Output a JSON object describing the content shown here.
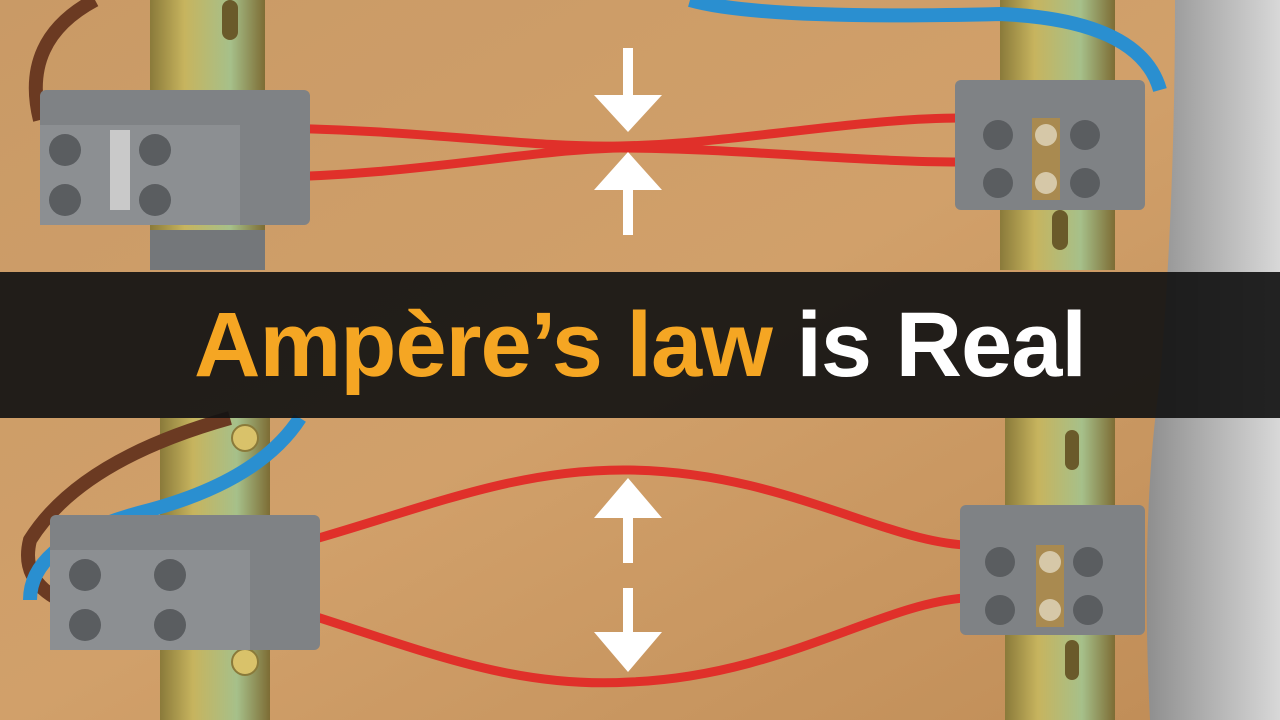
{
  "headline": {
    "highlight": "Ampère’s law",
    "rest": "is Real",
    "highlight_color": "#f5a623",
    "rest_color": "#ffffff"
  },
  "scene": {
    "board_color": "#c8955f",
    "wire_colors": {
      "current": "#e0302a",
      "blue": "#2a8fd0",
      "brown": "#6b3a22"
    },
    "rail_color": "#b9a35a",
    "terminal_color": "#7f8285",
    "top_panel_arrows": "arrow-inward",
    "bottom_panel_arrows": "arrow-outward"
  }
}
